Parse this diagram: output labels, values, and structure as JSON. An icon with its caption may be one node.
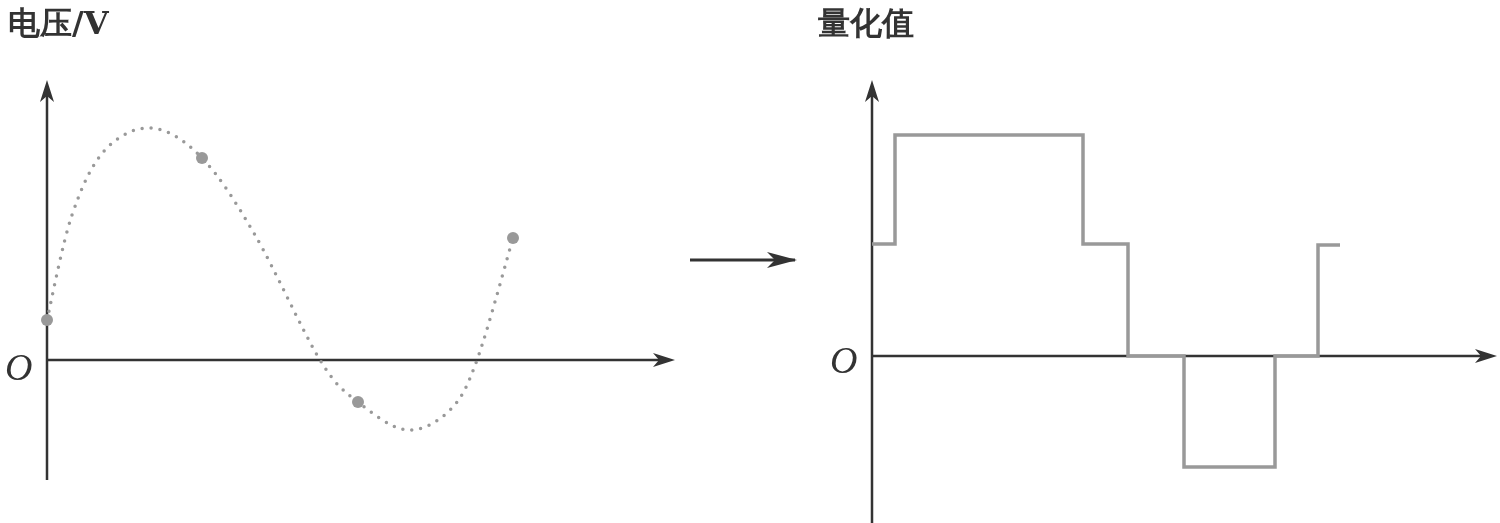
{
  "diagram": {
    "nodes": [
      {
        "text": [],
        "shape": "picture"
      },
      {
        "text": [],
        "shape": "picture"
      }
    ],
    "edges": [
      {
        "from": 0,
        "to": 1,
        "arrow": "to"
      }
    ],
    "labels": [
      "电压/V",
      "O",
      "量化值",
      "O"
    ]
  }
}
